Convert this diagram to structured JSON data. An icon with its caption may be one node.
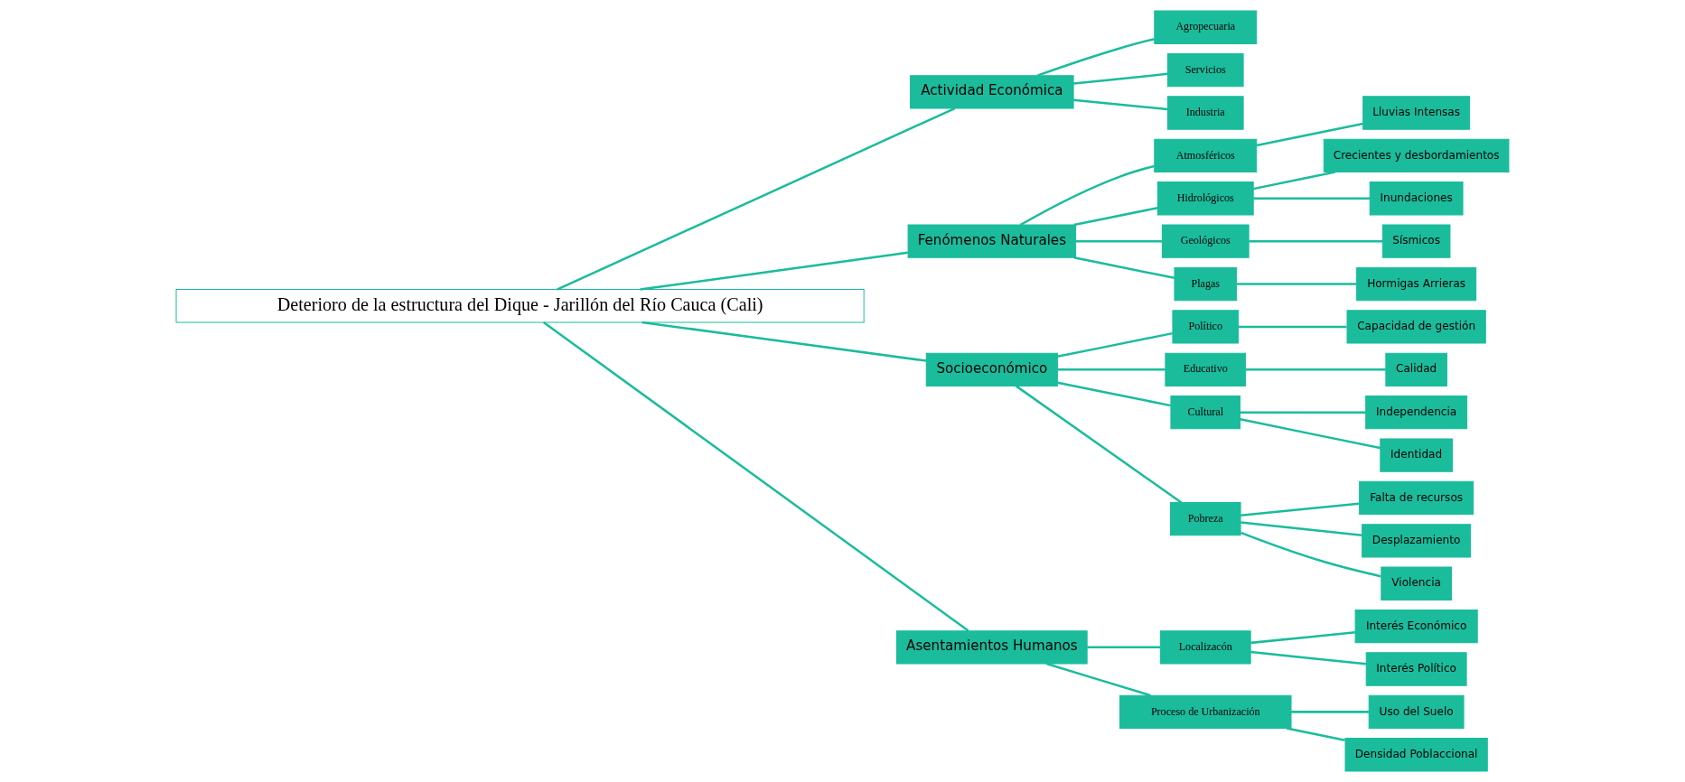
{
  "diagram": {
    "nodes": [
      {
        "text": [
          "Deterioro de la estructura del Dique - Jarillón del Río Cauca (Cali)"
        ]
      },
      {
        "text": [
          "Actividad Económica"
        ]
      },
      {
        "text": [
          "Agropecuaria"
        ]
      },
      {
        "text": [
          "Servicios"
        ]
      },
      {
        "text": [
          "Industria"
        ]
      },
      {
        "text": [
          "Fenómenos Naturales"
        ]
      },
      {
        "text": [
          "Atmosféricos"
        ]
      },
      {
        "text": [
          "Lluvias Intensas"
        ]
      },
      {
        "text": [
          "Hidrológicos"
        ]
      },
      {
        "text": [
          "Crecientes y desbordamientos"
        ]
      },
      {
        "text": [
          "Inundaciones"
        ]
      },
      {
        "text": [
          "Geológicos"
        ]
      },
      {
        "text": [
          "Sísmicos"
        ]
      },
      {
        "text": [
          "Plagas"
        ]
      },
      {
        "text": [
          "Hormigas Arrieras"
        ]
      },
      {
        "text": [
          "Socioeconómico"
        ]
      },
      {
        "text": [
          "Político"
        ]
      },
      {
        "text": [
          "Capacidad de gestión"
        ]
      },
      {
        "text": [
          "Educativo"
        ]
      },
      {
        "text": [
          "Calidad"
        ]
      },
      {
        "text": [
          "Cultural"
        ]
      },
      {
        "text": [
          "Independencia"
        ]
      },
      {
        "text": [
          "Identidad"
        ]
      },
      {
        "text": [
          "Pobreza"
        ]
      },
      {
        "text": [
          "Falta de recursos"
        ]
      },
      {
        "text": [
          "Desplazamiento"
        ]
      },
      {
        "text": [
          "Violencia"
        ]
      },
      {
        "text": [
          "Asentamientos Humanos"
        ]
      },
      {
        "text": [
          "Localizacón"
        ]
      },
      {
        "text": [
          "Interés Económico"
        ]
      },
      {
        "text": [
          "Interés Político"
        ]
      },
      {
        "text": [
          "Proceso de Urbanización"
        ]
      },
      {
        "text": [
          "Uso del Suelo"
        ]
      },
      {
        "text": [
          "Densidad Poblaccional"
        ]
      }
    ],
    "edges": [
      {
        "from": 0,
        "to": 1,
        "arrow": "none"
      },
      {
        "from": 1,
        "to": 2,
        "arrow": "none"
      },
      {
        "from": 1,
        "to": 3,
        "arrow": "none"
      },
      {
        "from": 1,
        "to": 4,
        "arrow": "none"
      },
      {
        "from": 0,
        "to": 5,
        "arrow": "none"
      },
      {
        "from": 5,
        "to": 6,
        "arrow": "none"
      },
      {
        "from": 6,
        "to": 7,
        "arrow": "none"
      },
      {
        "from": 5,
        "to": 8,
        "arrow": "none"
      },
      {
        "from": 8,
        "to": 9,
        "arrow": "none"
      },
      {
        "from": 8,
        "to": 10,
        "arrow": "none"
      },
      {
        "from": 5,
        "to": 11,
        "arrow": "none"
      },
      {
        "from": 11,
        "to": 12,
        "arrow": "none"
      },
      {
        "from": 5,
        "to": 13,
        "arrow": "none"
      },
      {
        "from": 13,
        "to": 14,
        "arrow": "none"
      },
      {
        "from": 0,
        "to": 15,
        "arrow": "none"
      },
      {
        "from": 15,
        "to": 16,
        "arrow": "none"
      },
      {
        "from": 16,
        "to": 17,
        "arrow": "none"
      },
      {
        "from": 15,
        "to": 18,
        "arrow": "none"
      },
      {
        "from": 18,
        "to": 19,
        "arrow": "none"
      },
      {
        "from": 15,
        "to": 20,
        "arrow": "none"
      },
      {
        "from": 20,
        "to": 21,
        "arrow": "none"
      },
      {
        "from": 20,
        "to": 22,
        "arrow": "none"
      },
      {
        "from": 15,
        "to": 23,
        "arrow": "none"
      },
      {
        "from": 23,
        "to": 24,
        "arrow": "none"
      },
      {
        "from": 23,
        "to": 25,
        "arrow": "none"
      },
      {
        "from": 23,
        "to": 26,
        "arrow": "none"
      },
      {
        "from": 0,
        "to": 27,
        "arrow": "none"
      },
      {
        "from": 27,
        "to": 28,
        "arrow": "none"
      },
      {
        "from": 28,
        "to": 29,
        "arrow": "none"
      },
      {
        "from": 28,
        "to": 30,
        "arrow": "none"
      },
      {
        "from": 27,
        "to": 31,
        "arrow": "none"
      },
      {
        "from": 31,
        "to": 32,
        "arrow": "none"
      },
      {
        "from": 31,
        "to": 33,
        "arrow": "none"
      }
    ]
  }
}
